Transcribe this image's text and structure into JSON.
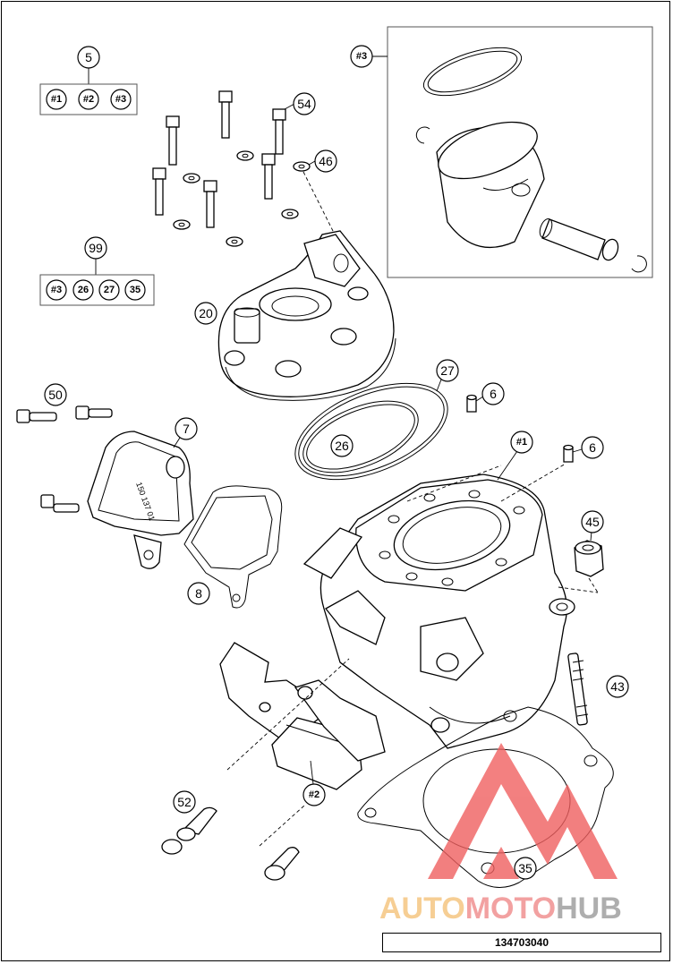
{
  "callouts": {
    "c5": "5",
    "c54": "54",
    "c46": "46",
    "c99": "99",
    "c20": "20",
    "c27": "27",
    "c26": "26",
    "c6a": "6",
    "c6b": "6",
    "c50": "50",
    "c7": "7",
    "c1": "#1",
    "c45": "45",
    "c8": "8",
    "c43": "43",
    "c52": "52",
    "c2": "#2",
    "c35": "35",
    "c3": "#3"
  },
  "kit5": {
    "items": [
      "#1",
      "#2",
      "#3"
    ]
  },
  "kit99": {
    "items": [
      "#3",
      "26",
      "27",
      "35"
    ]
  },
  "stamp_text": "150 137 01",
  "watermark": {
    "part1": "AUTO",
    "part2": "MOTO",
    "part3": "HUB",
    "color1": "#f5c27a",
    "color2": "#f08a8a",
    "color3": "#9a9a9a",
    "logo_color": "#f06060"
  },
  "part_number": "134703040"
}
